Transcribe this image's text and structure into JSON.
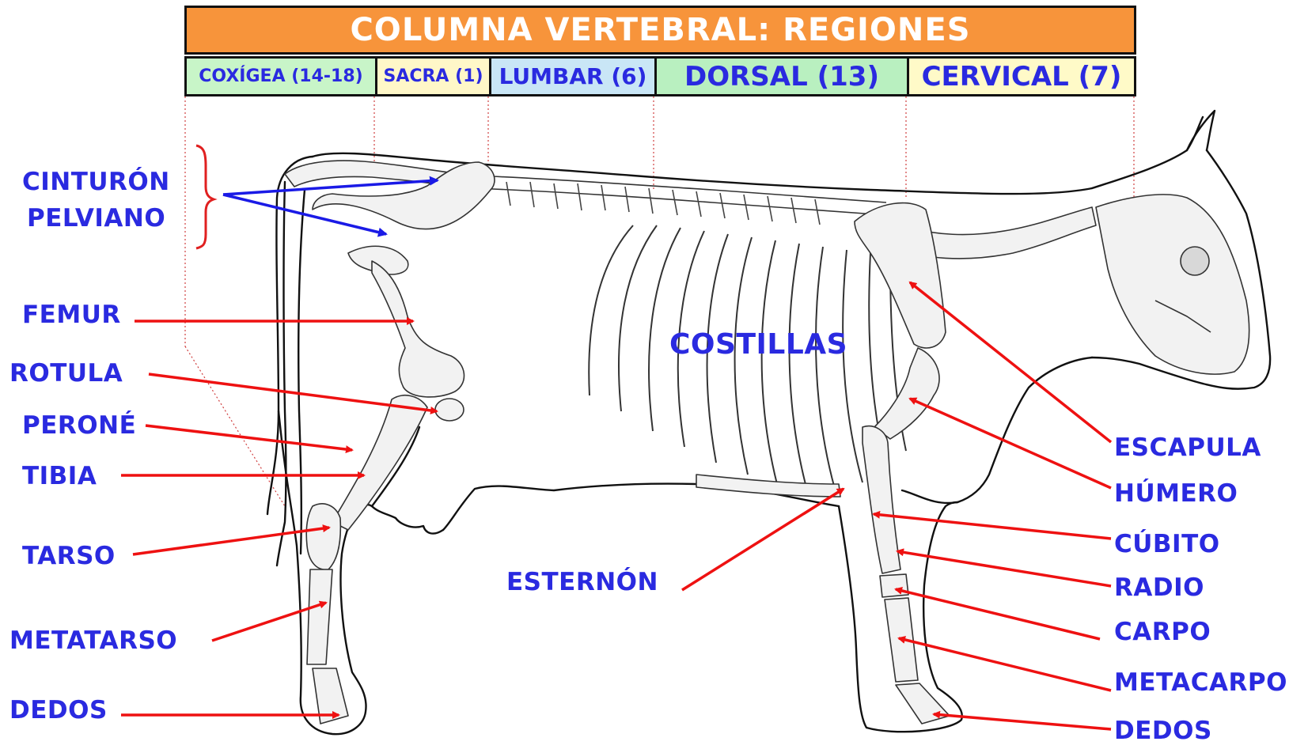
{
  "title": "COLUMNA VERTEBRAL: REGIONES",
  "regions": [
    {
      "label": "COXÍGEA (14-18)",
      "color": "#c8f5c8"
    },
    {
      "label": "SACRA (1)",
      "color": "#fff7c8"
    },
    {
      "label": "LUMBAR (6)",
      "color": "#c9e6f6"
    },
    {
      "label": "DORSAL (13)",
      "color": "#b9f0c0"
    },
    {
      "label": "CERVICAL (7)",
      "color": "#fffac8"
    }
  ],
  "labels": {
    "cinturon": "CINTURÓN",
    "pelviano": "PELVIANO",
    "femur": "FEMUR",
    "rotula": "ROTULA",
    "perone": "PERONÉ",
    "tibia": "TIBIA",
    "tarso": "TARSO",
    "metatarso": "METATARSO",
    "dedos_hind": "DEDOS",
    "esternon": "ESTERNÓN",
    "costillas": "COSTILLAS",
    "escapula": "ESCAPULA",
    "humero": "HÚMERO",
    "cubito": "CÚBITO",
    "radio": "RADIO",
    "carpo": "CARPO",
    "metacarpo": "METACARPO",
    "dedos_fore": "DEDOS"
  },
  "colors": {
    "label": "#2a2ae0",
    "arrow_red": "#ee1111",
    "arrow_blue": "#1a1ae6",
    "title_bg": "#f7943b"
  }
}
